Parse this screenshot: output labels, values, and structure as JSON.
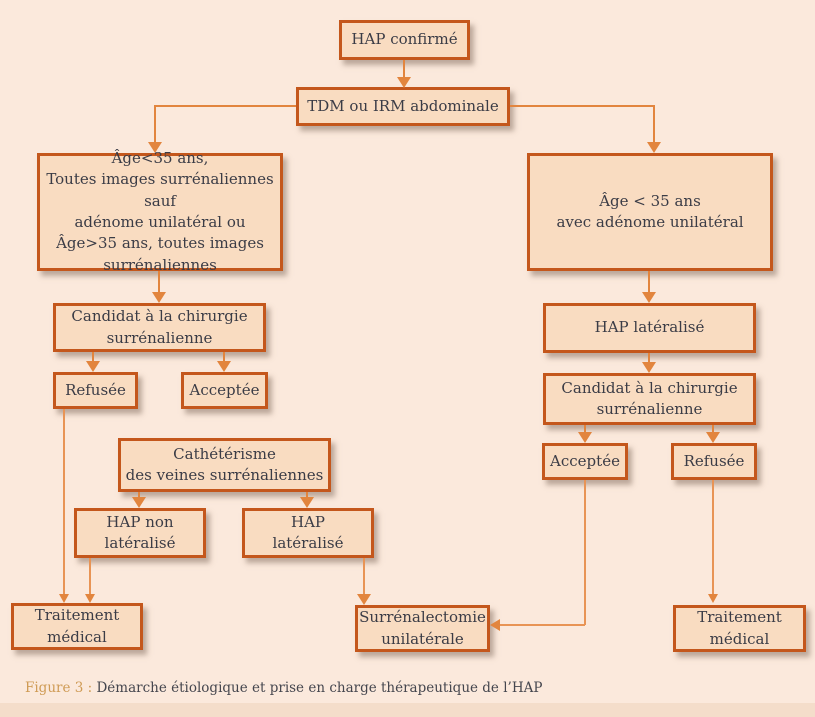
{
  "figure": {
    "caption_label": "Figure 3 :",
    "caption_text": " Démarche étiologique et prise en charge thérapeutique de l’HAP"
  },
  "colors": {
    "background": "#fbe9dc",
    "box_fill": "#f9dcc1",
    "box_border": "#c4571c",
    "arrow": "#e2853e",
    "text": "#3b3c46",
    "caption_label": "#cf9b55",
    "bottom_strip": "#f4ddca"
  },
  "nodes": {
    "hap_confirme": {
      "label": "HAP confirmé"
    },
    "tdm_irm": {
      "label": "TDM ou IRM abdominale"
    },
    "left_criteria": {
      "label": "Âge<35 ans,\nToutes images surrénaliennes sauf\nadénome unilatéral ou\nÂge>35 ans, toutes images\nsurrénaliennes"
    },
    "right_criteria": {
      "label": "Âge < 35 ans\navec adénome unilatéral"
    },
    "left_candidat": {
      "label": "Candidat à la chirurgie\nsurrénalienne"
    },
    "left_refusee": {
      "label": "Refusée"
    },
    "left_acceptee": {
      "label": "Acceptée"
    },
    "catheterisme": {
      "label": "Cathétérisme\ndes veines surrénaliennes"
    },
    "hap_non_lateralise": {
      "label": "HAP non\nlatéralisé"
    },
    "hap_lateralise_left": {
      "label": "HAP\nlatéralisé"
    },
    "traitement_medical_left": {
      "label": "Traitement\nmédical"
    },
    "surrenalectomie": {
      "label": "Surrénalectomie\nunilatérale"
    },
    "hap_lateralise_right": {
      "label": "HAP latéralisé"
    },
    "right_candidat": {
      "label": "Candidat à la chirurgie\nsurrénalienne"
    },
    "right_acceptee": {
      "label": "Acceptée"
    },
    "right_refusee": {
      "label": "Refusée"
    },
    "traitement_medical_right": {
      "label": "Traitement\nmédical"
    }
  }
}
